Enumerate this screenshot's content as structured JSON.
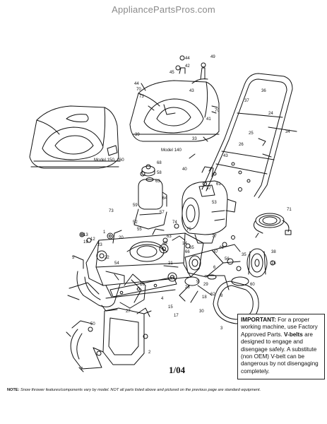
{
  "header": {
    "site_title": "AppliancePartsPros.com"
  },
  "models": {
    "left_label": "Model 150, 160",
    "right_label": "Model 140"
  },
  "callouts": [
    "44",
    "42",
    "45",
    "49",
    "43",
    "44",
    "41",
    "70",
    "73",
    "39",
    "70",
    "36",
    "37",
    "24",
    "34",
    "25",
    "33",
    "26",
    "43",
    "40",
    "68",
    "58",
    "63",
    "64",
    "73",
    "59",
    "57",
    "52",
    "55",
    "37",
    "61",
    "53",
    "63",
    "71",
    "74",
    "77",
    "75",
    "13",
    "19",
    "12",
    "1",
    "23",
    "20",
    "66",
    "48",
    "54",
    "22",
    "5",
    "14",
    "46",
    "47",
    "56",
    "16",
    "35",
    "65",
    "21",
    "38",
    "6",
    "60",
    "28",
    "9",
    "10",
    "4",
    "15",
    "17",
    "18",
    "29",
    "30",
    "62",
    "8",
    "27",
    "7",
    "3",
    "31",
    "50",
    "2",
    "26"
  ],
  "important": {
    "lead": "IMPORTANT:",
    "line1": " For a proper working machine, use Factory Approved Parts. ",
    "vbelts": "V-belts",
    "line2": " are designed to engage and disengage safely. A substitute (non OEM) V-belt can be dangerous by not disengaging completely."
  },
  "date_code": "1/04",
  "footnote": {
    "label": "NOTE:",
    "text": " Snow thrower features/components vary by model. NOT all parts listed above and pictured on the previous page are standard equipment."
  }
}
